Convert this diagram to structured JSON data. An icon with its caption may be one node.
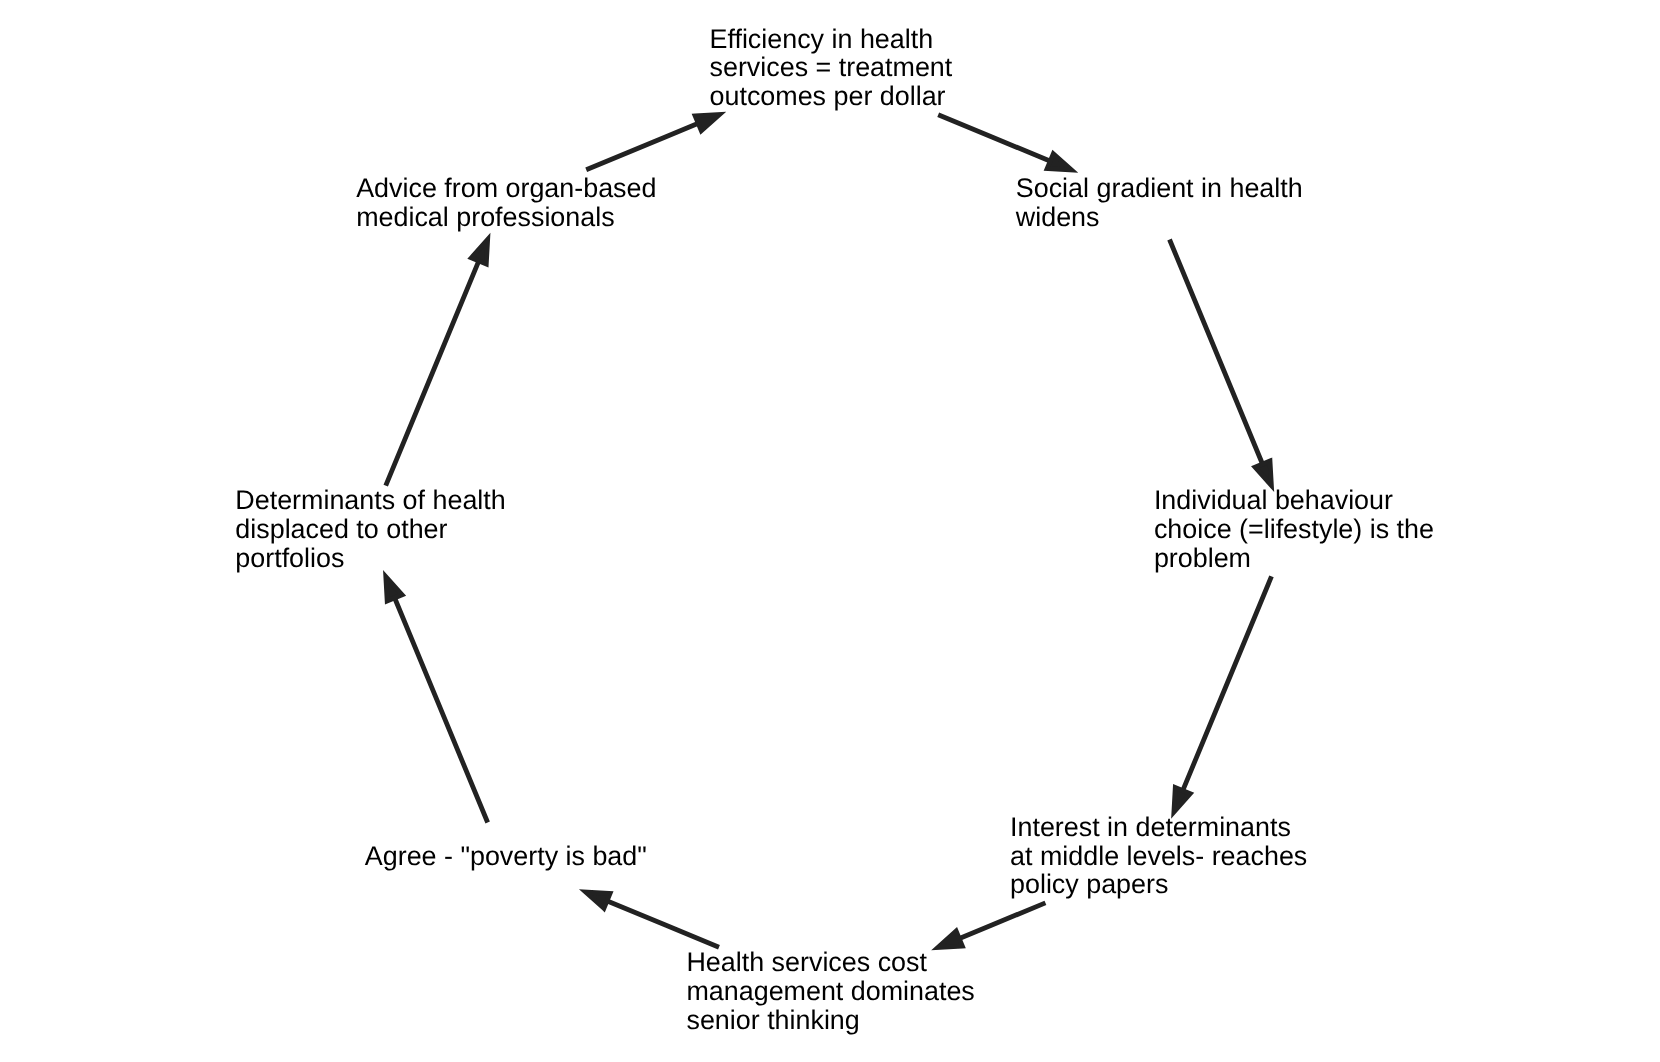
{
  "diagram": {
    "nodes": [
      {
        "text": [
          "Interest in determinants at middle levels- reaches policy papers"
        ]
      },
      {
        "text": [
          "Health services cost management dominates senior thinking"
        ]
      },
      {
        "text": [
          "Agree - \"poverty is bad\""
        ]
      },
      {
        "text": [
          "Determinants of health displaced to other portfolios"
        ]
      },
      {
        "text": [
          "Advice from organ-based medical professionals"
        ]
      },
      {
        "text": [
          "Efficiency in health services = treatment outcomes per dollar"
        ]
      },
      {
        "text": [
          "Social gradient in health widens"
        ]
      },
      {
        "text": [
          "Individual behaviour choice (=lifestyle) is the problem"
        ]
      }
    ],
    "edges": [
      {
        "from": 0,
        "to": 1,
        "arrow": "to"
      },
      {
        "from": 1,
        "to": 2,
        "arrow": "to"
      },
      {
        "from": 2,
        "to": 3,
        "arrow": "to"
      },
      {
        "from": 3,
        "to": 4,
        "arrow": "to"
      },
      {
        "from": 4,
        "to": 5,
        "arrow": "to"
      },
      {
        "from": 5,
        "to": 6,
        "arrow": "to"
      },
      {
        "from": 6,
        "to": 7,
        "arrow": "to"
      },
      {
        "from": 7,
        "to": 0,
        "arrow": "to"
      }
    ]
  }
}
